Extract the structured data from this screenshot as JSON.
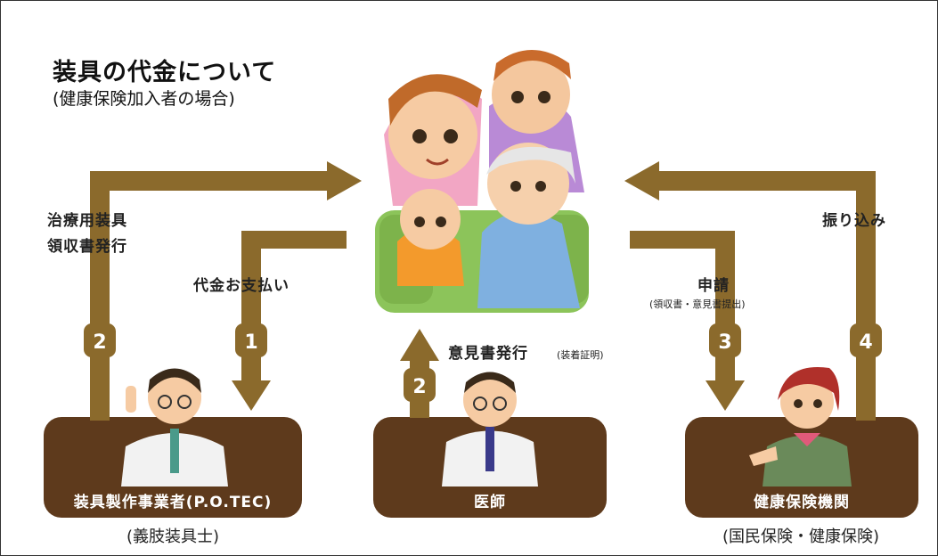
{
  "header": {
    "title": "装具の代金について",
    "subtitle": "(健康保険加入者の場合)"
  },
  "parties": {
    "maker": {
      "name": "装具製作事業者(P.O.TEC)",
      "sub": "(義肢装具士)"
    },
    "doctor": {
      "name": "医師"
    },
    "insurer": {
      "name": "健康保険機関",
      "sub": "(国民保険・健康保険)"
    }
  },
  "flows": {
    "receipt": {
      "step": "2",
      "line1": "治療用装具",
      "line2": "領収書発行"
    },
    "payment": {
      "step": "1",
      "label": "代金お支払い"
    },
    "opinion": {
      "step": "2",
      "label": "意見書発行",
      "note": "(装着証明)"
    },
    "application": {
      "step": "3",
      "label": "申請",
      "note": "(領収書・意見書提出)"
    },
    "transfer": {
      "step": "4",
      "label": "振り込み"
    }
  },
  "colors": {
    "box": "#5e3a1c",
    "arrow": "#8b6a2c",
    "badge": "#8b6a2c"
  }
}
